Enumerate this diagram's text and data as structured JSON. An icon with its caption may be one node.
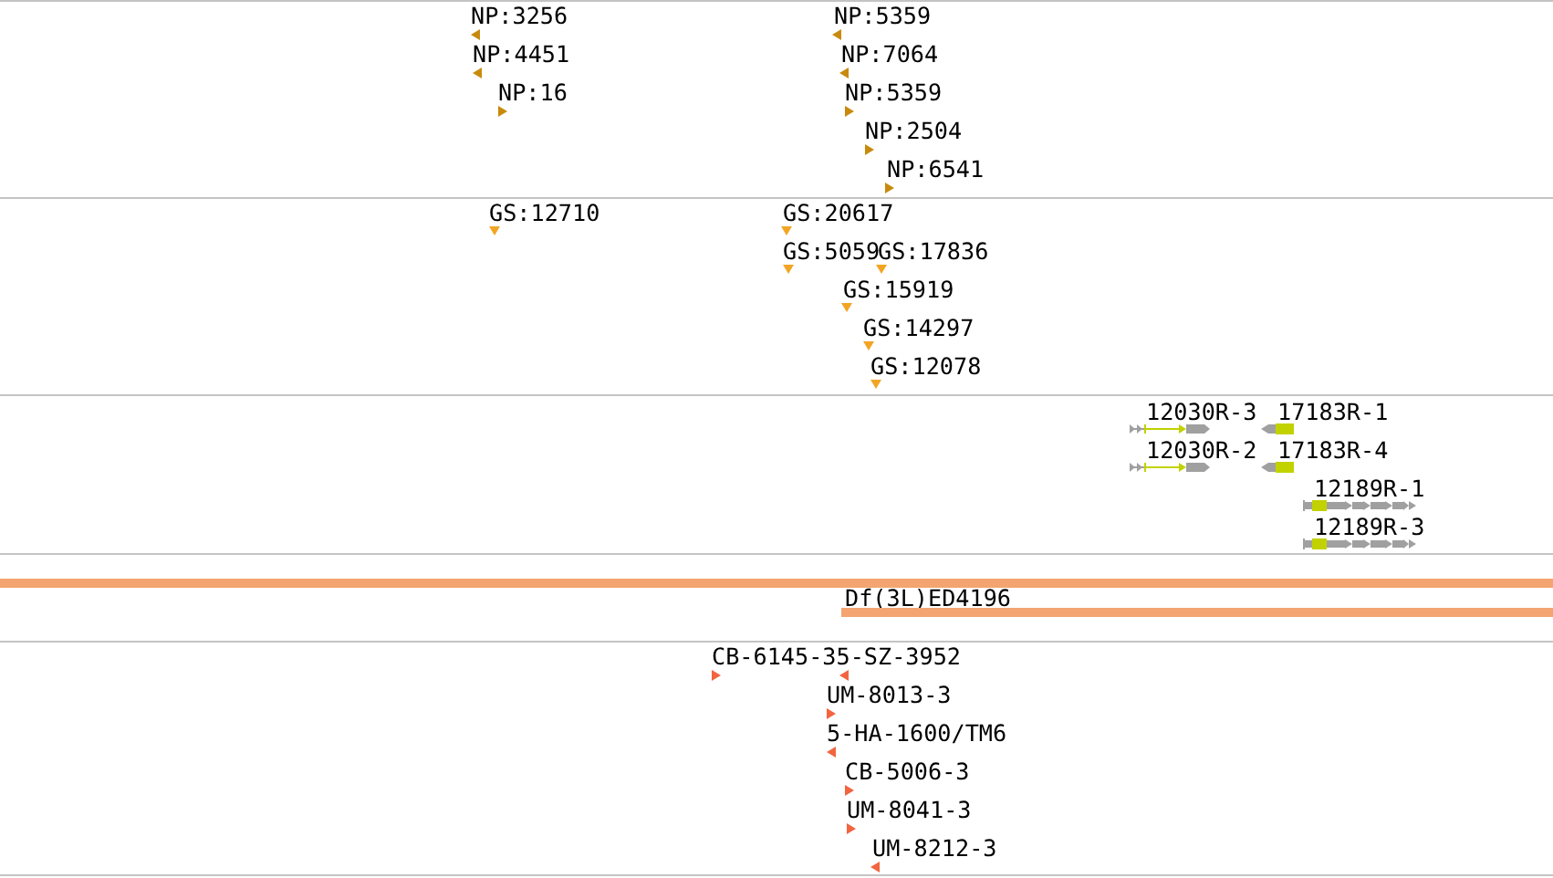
{
  "diagram": {
    "labels": [
      "NP:3256",
      "NP:5359",
      "NP:4451",
      "NP:7064",
      "NP:16",
      "NP:5359",
      "NP:2504",
      "NP:6541",
      "GS:12710",
      "GS:20617",
      "GS:5059",
      "GS:17836",
      "GS:15919",
      "GS:14297",
      "GS:12078",
      "12030R-3",
      "17183R-1",
      "12030R-2",
      "17183R-4",
      "12189R-1",
      "12189R-3",
      "Df(3L)ED4196",
      "CB-6145-35-SZ-3952",
      "UM-8013-3",
      "5-HA-1600/TM6",
      "CB-5006-3",
      "UM-8041-3",
      "UM-8212-3"
    ]
  }
}
